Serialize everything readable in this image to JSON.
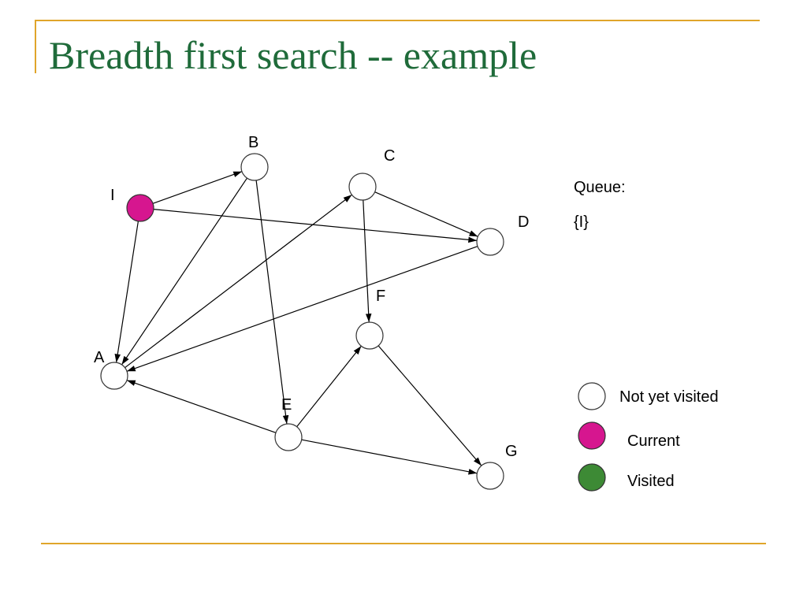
{
  "slide": {
    "title": "Breadth first search -- example"
  },
  "colors": {
    "accent_rule": "#e0a52a",
    "title": "#1f6b3a",
    "not_visited": "#ffffff",
    "current": "#d6168f",
    "visited": "#3d8a35"
  },
  "graph": {
    "nodes": [
      {
        "id": "I",
        "label": "I",
        "state": "current"
      },
      {
        "id": "B",
        "label": "B",
        "state": "not_visited"
      },
      {
        "id": "C",
        "label": "C",
        "state": "not_visited"
      },
      {
        "id": "D",
        "label": "D",
        "state": "not_visited"
      },
      {
        "id": "F",
        "label": "F",
        "state": "not_visited"
      },
      {
        "id": "A",
        "label": "A",
        "state": "not_visited"
      },
      {
        "id": "E",
        "label": "E",
        "state": "not_visited"
      },
      {
        "id": "G",
        "label": "G",
        "state": "not_visited"
      }
    ],
    "edges": [
      {
        "from": "I",
        "to": "B"
      },
      {
        "from": "I",
        "to": "D"
      },
      {
        "from": "I",
        "to": "A"
      },
      {
        "from": "B",
        "to": "A"
      },
      {
        "from": "B",
        "to": "E"
      },
      {
        "from": "C",
        "to": "D"
      },
      {
        "from": "C",
        "to": "F"
      },
      {
        "from": "A",
        "to": "C"
      },
      {
        "from": "D",
        "to": "A"
      },
      {
        "from": "E",
        "to": "A"
      },
      {
        "from": "E",
        "to": "F"
      },
      {
        "from": "E",
        "to": "G"
      },
      {
        "from": "F",
        "to": "G"
      }
    ]
  },
  "queue": {
    "label": "Queue:",
    "contents": "{I}"
  },
  "legend": [
    {
      "state": "not_visited",
      "label": "Not yet visited"
    },
    {
      "state": "current",
      "label": "Current"
    },
    {
      "state": "visited",
      "label": "Visited"
    }
  ]
}
